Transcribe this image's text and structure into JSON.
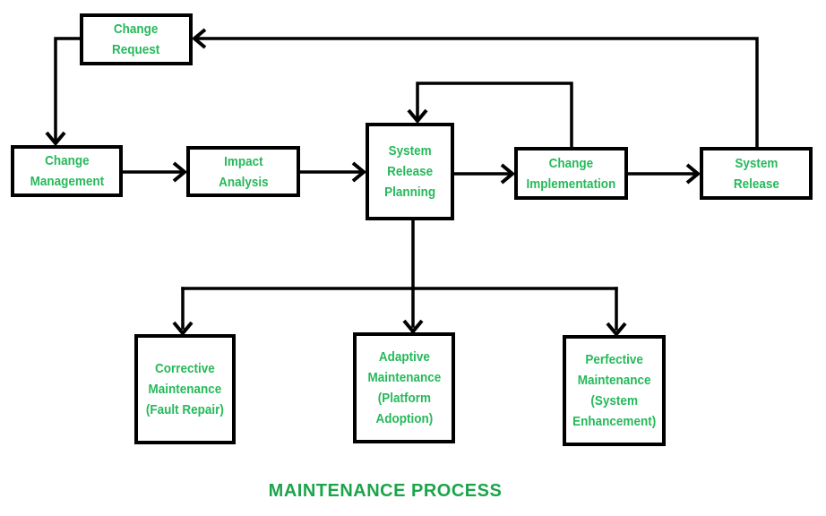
{
  "title": "MAINTENANCE PROCESS",
  "colors": {
    "node_text_green": "#26b95a",
    "title_green": "#1ba44a",
    "line_color": "#000000",
    "background": "#ffffff"
  },
  "nodes": {
    "change_request": {
      "label": "Change\nRequest"
    },
    "change_management": {
      "label": "Change\nManagement"
    },
    "impact_analysis": {
      "label": "Impact\nAnalysis"
    },
    "system_release_planning": {
      "label": "System\nRelease\nPlanning"
    },
    "change_implementation": {
      "label": "Change\nImplementation"
    },
    "system_release": {
      "label": "System\nRelease"
    },
    "corrective_maintenance": {
      "label": "Corrective\nMaintenance\n(Fault Repair)"
    },
    "adaptive_maintenance": {
      "label": "Adaptive\nMaintenance\n(Platform\nAdoption)"
    },
    "perfective_maintenance": {
      "label": "Perfective\nMaintenance\n(System\nEnhancement)"
    }
  },
  "connections": [
    {
      "from": "change_request",
      "to": "change_management"
    },
    {
      "from": "change_management",
      "to": "impact_analysis"
    },
    {
      "from": "impact_analysis",
      "to": "system_release_planning"
    },
    {
      "from": "system_release_planning",
      "to": "change_implementation"
    },
    {
      "from": "change_implementation",
      "to": "system_release"
    },
    {
      "from": "change_implementation",
      "to": "system_release_planning"
    },
    {
      "from": "system_release",
      "to": "change_request"
    },
    {
      "from": "system_release_planning",
      "to": "corrective_maintenance"
    },
    {
      "from": "system_release_planning",
      "to": "adaptive_maintenance"
    },
    {
      "from": "system_release_planning",
      "to": "perfective_maintenance"
    }
  ]
}
